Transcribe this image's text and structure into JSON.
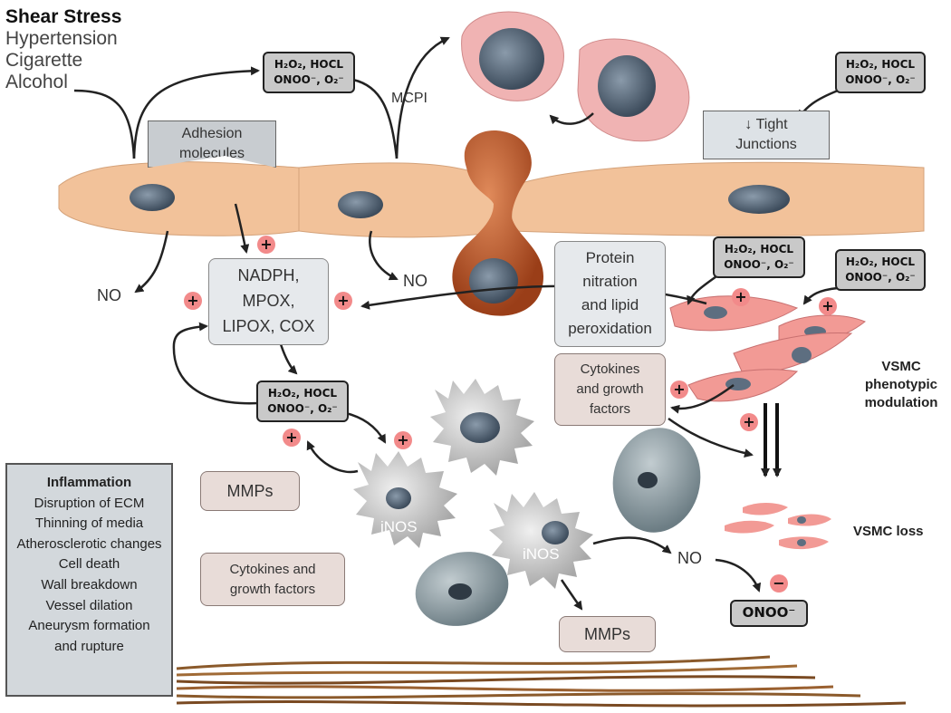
{
  "risk_factors": {
    "title": "Shear Stress",
    "items": [
      "Hypertension",
      "Cigarette",
      "Alcohol"
    ]
  },
  "ros_label": {
    "line1": "H₂O₂, HOCL",
    "line2": "ONOO⁻, O₂⁻"
  },
  "labels": {
    "mcpi": "MCPI",
    "no": "NO",
    "adhesion": [
      "Adhesion",
      "molecules"
    ],
    "tight": [
      "↓ Tight",
      "Junctions"
    ],
    "enzymes": [
      "NADPH,",
      "MPOX,",
      "LIPOX, COX"
    ],
    "protein": [
      "Protein",
      "nitration",
      "and lipid",
      "peroxidation"
    ],
    "cytokines": [
      "Cytokines",
      "and growth",
      "factors"
    ],
    "cytokines2": [
      "Cytokines and",
      "growth factors"
    ],
    "mmps": "MMPs",
    "inos": "iNOS",
    "onoo": "ONOO⁻",
    "vsmc_mod": [
      "VSMC",
      "phenotypic",
      "modulation"
    ],
    "vsmc_loss": "VSMC loss",
    "plus": "+",
    "minus": "−"
  },
  "inflammation": {
    "title": "Inflammation",
    "items": [
      "Disruption of ECM",
      "Thinning of media",
      "Atherosclerotic changes",
      "Cell death",
      "Wall breakdown",
      "Vessel dilation",
      "Aneurysm formation",
      "and rupture"
    ]
  },
  "colors": {
    "endothelium": "#f2c29a",
    "nucleus": "#5d6e80",
    "blood_cell": "#f0b3b3",
    "monocyte": "#b8582e",
    "vsmc": "#f29a95",
    "macrophage": "#c9c9c9",
    "plus_badge": "#f28a8a",
    "fibers": "#8b5a2b"
  }
}
